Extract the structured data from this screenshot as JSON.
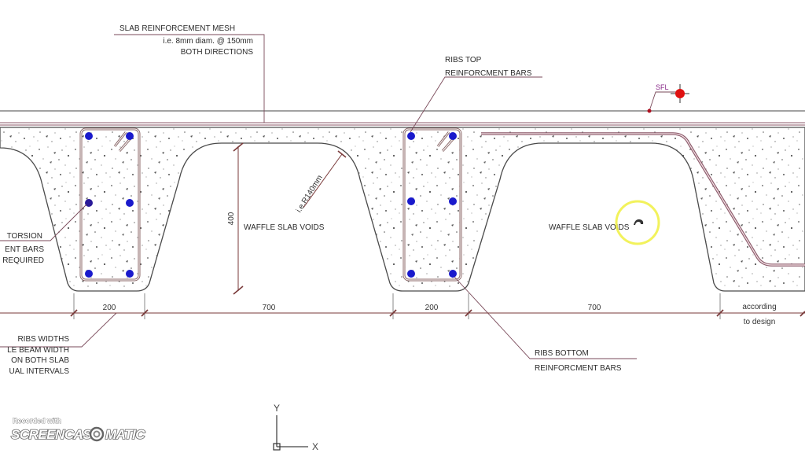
{
  "drawing": {
    "title": "Waffle Slab Section Detail",
    "colors": {
      "background": "#ffffff",
      "outline": "#4a4a4a",
      "slab_top_line": "#8c5a6a",
      "rebar_bar": "#1a1acc",
      "stirrup": "#8c6a6a",
      "dimension_line": "#7a3a3a",
      "sfl_marker": "#e01010",
      "cursor_highlight": "#f0f040",
      "aggregate": "#555555"
    },
    "labels": {
      "slab_mesh_title": "SLAB REINFORCEMENT MESH",
      "slab_mesh_line2": "i.e. 8mm diam. @ 150mm",
      "slab_mesh_line3": "BOTH DIRECTIONS",
      "ribs_top_line1": "RIBS TOP",
      "ribs_top_line2": "REINFORCMENT BARS",
      "sfl": "SFL",
      "torsion_line1": "TORSION",
      "torsion_line2": "ENT BARS",
      "torsion_line3": "REQUIRED",
      "void_left": "WAFFLE SLAB VOIDS",
      "void_right": "WAFFLE SLAB VOIDS",
      "radius": "i.e.R140mm",
      "ribs_width_line1": "RIBS WIDTHS",
      "ribs_width_line2": "LE BEAM WIDTH",
      "ribs_width_line3": "ON BOTH SLAB",
      "ribs_width_line4": "UAL INTERVALS",
      "ribs_bottom_line1": "RIBS BOTTOM",
      "ribs_bottom_line2": "REINFORCMENT BARS",
      "according_line1": "according",
      "according_line2": "to design"
    },
    "dimensions": {
      "rib_width_1": "200",
      "void_width_1": "700",
      "rib_width_2": "200",
      "void_width_2": "700",
      "void_depth": "400"
    },
    "ucs_icon": {
      "x_label": "X",
      "y_label": "Y"
    }
  },
  "watermark": {
    "line1": "Recorded with",
    "line2_left": "SCREENCAST",
    "line2_right": "MATIC"
  }
}
